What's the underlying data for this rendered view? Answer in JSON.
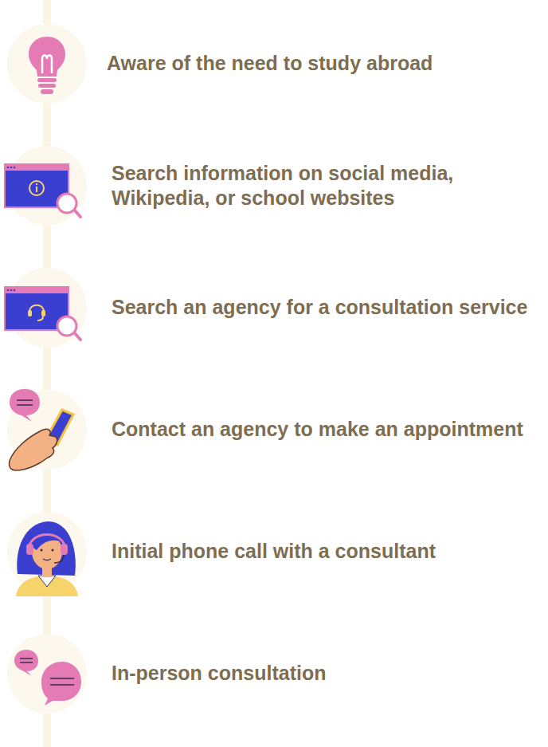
{
  "diagram": {
    "nodes": [
      {
        "text": [
          "Aware of the need to study abroad"
        ]
      },
      {
        "text": [
          "Search information on social media, Wikipedia, or school websites"
        ]
      },
      {
        "text": [
          "Search an agency for a consultation service"
        ]
      },
      {
        "text": [
          "Contact an agency to make an appointment"
        ]
      },
      {
        "text": [
          "Initial phone call with a consultant"
        ]
      },
      {
        "text": [
          "In-person consultation"
        ]
      }
    ],
    "edges": [
      {
        "from": 0,
        "to": 1,
        "arrow": "none"
      },
      {
        "from": 1,
        "to": 2,
        "arrow": "none"
      },
      {
        "from": 2,
        "to": 3,
        "arrow": "none"
      },
      {
        "from": 3,
        "to": 4,
        "arrow": "none"
      },
      {
        "from": 4,
        "to": 5,
        "arrow": "none"
      }
    ]
  }
}
